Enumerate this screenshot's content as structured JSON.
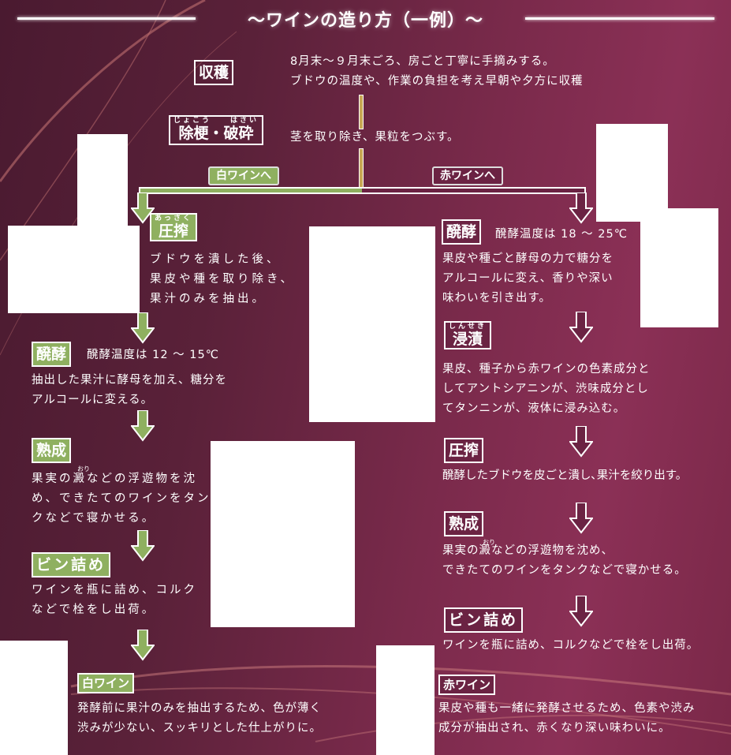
{
  "title": "〜ワインの造り方（一例）〜",
  "harvest": {
    "label": "収穫",
    "lines": [
      "8月末〜９月末ごろ、房ごと丁寧に手摘みする。",
      "ブドウの温度や、作業の負担を考え早朝や夕方に収穫"
    ]
  },
  "destem": {
    "ruby": "じょこう　　はさい",
    "label": "除梗・破砕",
    "text": "茎を取り除き、果粒をつぶす。"
  },
  "branch": {
    "white": "白ワインへ",
    "red": "赤ワインへ"
  },
  "colors": {
    "green": "#8fb060",
    "wine": "#6b2343",
    "gold": "#c8a855"
  },
  "white": {
    "press": {
      "ruby": "あっさく",
      "label": "圧搾",
      "lines": [
        "ブドウを潰した後、",
        "果皮や種を取り除き、",
        "果汁のみを抽出。"
      ]
    },
    "ferment": {
      "label": "醗酵",
      "temp": "醗酵温度は 12 ～ 15℃",
      "lines": [
        "抽出した果汁に酵母を加え、糖分を",
        "アルコールに変える。"
      ]
    },
    "aging": {
      "label": "熟成",
      "ruby": "おり",
      "lines": [
        "果実の澱などの浮遊物を沈",
        "め、できたてのワインをタン",
        "クなどで寝かせる。"
      ]
    },
    "bottling": {
      "label": "ビン詰め",
      "lines": [
        "ワインを瓶に詰め、コルク",
        "などで栓をし出荷。"
      ]
    },
    "result": {
      "label": "白ワイン",
      "lines": [
        "発酵前に果汁のみを抽出するため、色が薄く",
        "渋みが少ない、スッキリとした仕上がりに。"
      ]
    }
  },
  "red": {
    "ferment": {
      "label": "醗酵",
      "temp": "醗酵温度は 18 ～ 25℃",
      "lines": [
        "果皮や種ごと酵母の力で糖分を",
        "アルコールに変え、香りや深い",
        "味わいを引き出す。"
      ]
    },
    "maceration": {
      "ruby": "しんせき",
      "label": "浸漬",
      "lines": [
        "果皮、種子から赤ワインの色素成分と",
        "してアントシアニンが、渋味成分とし",
        "てタンニンが、液体に浸み込む。"
      ]
    },
    "press": {
      "label": "圧搾",
      "lines": [
        "醗酵したブドウを皮ごと潰し､果汁を絞り出す。"
      ]
    },
    "aging": {
      "label": "熟成",
      "ruby": "おり",
      "lines": [
        "果実の澱などの浮遊物を沈め、",
        "できたてのワインをタンクなどで寝かせる。"
      ]
    },
    "bottling": {
      "label": "ビン詰め",
      "lines": [
        "ワインを瓶に詰め、コルクなどで栓をし出荷。"
      ]
    },
    "result": {
      "label": "赤ワイン",
      "lines": [
        "果皮や種も一緒に発酵させるため、色素や渋み",
        "成分が抽出され、赤くなり深い味わいに。"
      ]
    }
  }
}
